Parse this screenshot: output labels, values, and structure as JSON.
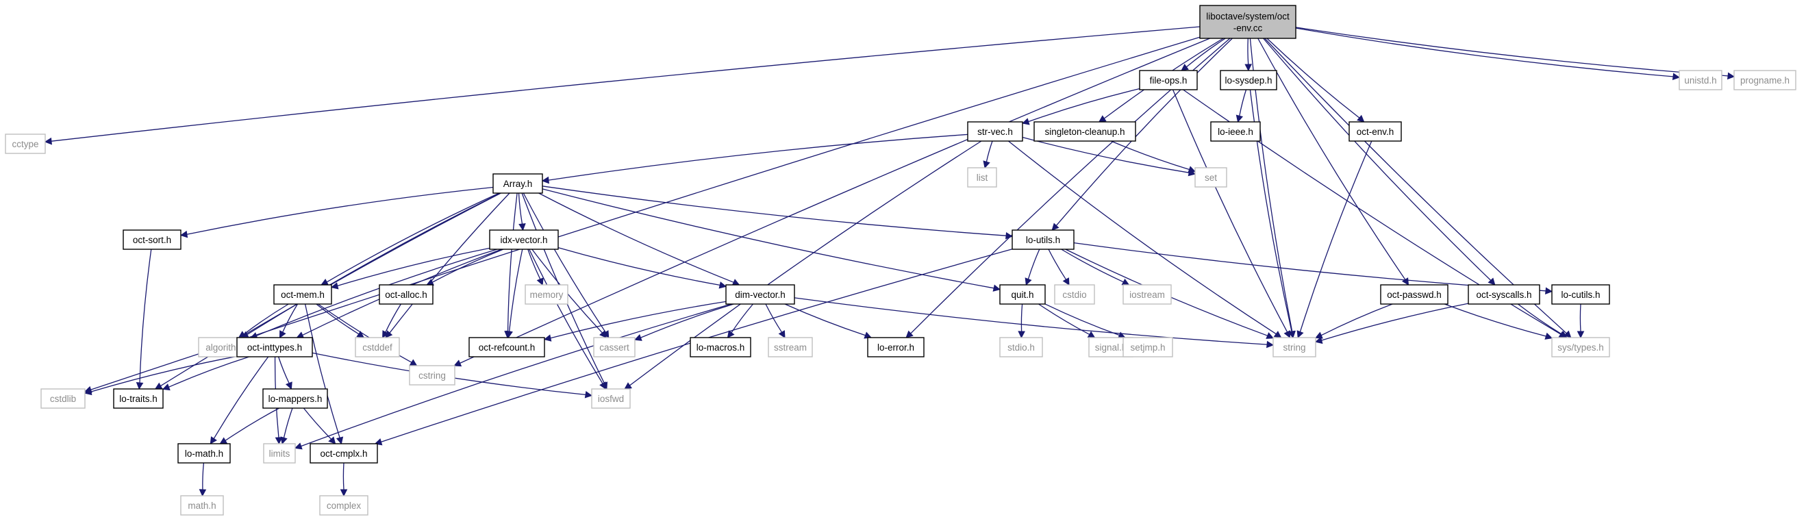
{
  "colors": {
    "edge": "#191970",
    "root_fill": "#bfbfbf",
    "local_border": "#000000",
    "system_border": "#bfbfbf",
    "system_text": "#8c8c8c"
  },
  "nodes": [
    {
      "id": "root",
      "lines": [
        "liboctave/system/oct",
        "-env.cc"
      ],
      "kind": "root"
    },
    {
      "id": "cctype",
      "lines": [
        "cctype"
      ],
      "kind": "system"
    },
    {
      "id": "cstdlib",
      "lines": [
        "cstdlib"
      ],
      "kind": "system"
    },
    {
      "id": "cstring",
      "lines": [
        "cstring"
      ],
      "kind": "system"
    },
    {
      "id": "fileops",
      "lines": [
        "file-ops.h"
      ],
      "kind": "local"
    },
    {
      "id": "losysdep",
      "lines": [
        "lo-sysdep.h"
      ],
      "kind": "local"
    },
    {
      "id": "loieee",
      "lines": [
        "lo-ieee.h"
      ],
      "kind": "local"
    },
    {
      "id": "octenvh",
      "lines": [
        "oct-env.h"
      ],
      "kind": "local"
    },
    {
      "id": "unistd",
      "lines": [
        "unistd.h"
      ],
      "kind": "system"
    },
    {
      "id": "progname",
      "lines": [
        "progname.h"
      ],
      "kind": "system"
    },
    {
      "id": "strvec",
      "lines": [
        "str-vec.h"
      ],
      "kind": "local"
    },
    {
      "id": "singleton",
      "lines": [
        "singleton-cleanup.h"
      ],
      "kind": "local"
    },
    {
      "id": "list",
      "lines": [
        "list"
      ],
      "kind": "system"
    },
    {
      "id": "set",
      "lines": [
        "set"
      ],
      "kind": "system"
    },
    {
      "id": "arrayh",
      "lines": [
        "Array.h"
      ],
      "kind": "local"
    },
    {
      "id": "octsort",
      "lines": [
        "oct-sort.h"
      ],
      "kind": "local"
    },
    {
      "id": "idxvector",
      "lines": [
        "idx-vector.h"
      ],
      "kind": "local"
    },
    {
      "id": "loutils",
      "lines": [
        "lo-utils.h"
      ],
      "kind": "local"
    },
    {
      "id": "octmem",
      "lines": [
        "oct-mem.h"
      ],
      "kind": "local"
    },
    {
      "id": "octalloc",
      "lines": [
        "oct-alloc.h"
      ],
      "kind": "local"
    },
    {
      "id": "memory",
      "lines": [
        "memory"
      ],
      "kind": "system"
    },
    {
      "id": "dimvector",
      "lines": [
        "dim-vector.h"
      ],
      "kind": "local"
    },
    {
      "id": "quith",
      "lines": [
        "quit.h"
      ],
      "kind": "local"
    },
    {
      "id": "cstdio",
      "lines": [
        "cstdio"
      ],
      "kind": "system"
    },
    {
      "id": "iostream",
      "lines": [
        "iostream"
      ],
      "kind": "system"
    },
    {
      "id": "octpasswd",
      "lines": [
        "oct-passwd.h"
      ],
      "kind": "local"
    },
    {
      "id": "octsyscalls",
      "lines": [
        "oct-syscalls.h"
      ],
      "kind": "local"
    },
    {
      "id": "locutils",
      "lines": [
        "lo-cutils.h"
      ],
      "kind": "local"
    },
    {
      "id": "algorithm",
      "lines": [
        "algorithm"
      ],
      "kind": "system"
    },
    {
      "id": "cstddef",
      "lines": [
        "cstddef"
      ],
      "kind": "system"
    },
    {
      "id": "octinttypes",
      "lines": [
        "oct-inttypes.h"
      ],
      "kind": "local"
    },
    {
      "id": "cassert",
      "lines": [
        "cassert"
      ],
      "kind": "system"
    },
    {
      "id": "octrefcount",
      "lines": [
        "oct-refcount.h"
      ],
      "kind": "local"
    },
    {
      "id": "lomacros",
      "lines": [
        "lo-macros.h"
      ],
      "kind": "local"
    },
    {
      "id": "sstream",
      "lines": [
        "sstream"
      ],
      "kind": "system"
    },
    {
      "id": "loerror",
      "lines": [
        "lo-error.h"
      ],
      "kind": "local"
    },
    {
      "id": "stdioh",
      "lines": [
        "stdio.h"
      ],
      "kind": "system"
    },
    {
      "id": "signalh",
      "lines": [
        "signal.h"
      ],
      "kind": "system"
    },
    {
      "id": "setjmph",
      "lines": [
        "setjmp.h"
      ],
      "kind": "system"
    },
    {
      "id": "string",
      "lines": [
        "string"
      ],
      "kind": "system"
    },
    {
      "id": "systypes",
      "lines": [
        "sys/types.h"
      ],
      "kind": "system"
    },
    {
      "id": "lotraits",
      "lines": [
        "lo-traits.h"
      ],
      "kind": "local"
    },
    {
      "id": "iosfwd",
      "lines": [
        "iosfwd"
      ],
      "kind": "system"
    },
    {
      "id": "lomappers",
      "lines": [
        "lo-mappers.h"
      ],
      "kind": "local"
    },
    {
      "id": "lomath",
      "lines": [
        "lo-math.h"
      ],
      "kind": "local"
    },
    {
      "id": "limits",
      "lines": [
        "limits"
      ],
      "kind": "system"
    },
    {
      "id": "octcmplx",
      "lines": [
        "oct-cmplx.h"
      ],
      "kind": "local"
    },
    {
      "id": "mathh",
      "lines": [
        "math.h"
      ],
      "kind": "system"
    },
    {
      "id": "complex",
      "lines": [
        "complex"
      ],
      "kind": "system"
    }
  ],
  "edges": [
    [
      "root",
      "cctype"
    ],
    [
      "root",
      "cstdlib"
    ],
    [
      "root",
      "cstring"
    ],
    [
      "root",
      "fileops"
    ],
    [
      "root",
      "losysdep"
    ],
    [
      "root",
      "octenvh"
    ],
    [
      "root",
      "unistd"
    ],
    [
      "root",
      "progname"
    ],
    [
      "root",
      "singleton"
    ],
    [
      "root",
      "loutils"
    ],
    [
      "root",
      "loerror"
    ],
    [
      "root",
      "string"
    ],
    [
      "root",
      "octpasswd"
    ],
    [
      "root",
      "octsyscalls"
    ],
    [
      "root",
      "systypes"
    ],
    [
      "fileops",
      "strvec"
    ],
    [
      "fileops",
      "string"
    ],
    [
      "fileops",
      "systypes"
    ],
    [
      "losysdep",
      "loieee"
    ],
    [
      "losysdep",
      "string"
    ],
    [
      "octenvh",
      "string"
    ],
    [
      "singleton",
      "set"
    ],
    [
      "strvec",
      "arrayh"
    ],
    [
      "strvec",
      "list"
    ],
    [
      "strvec",
      "set"
    ],
    [
      "strvec",
      "string"
    ],
    [
      "strvec",
      "iosfwd"
    ],
    [
      "arrayh",
      "octsort"
    ],
    [
      "arrayh",
      "idxvector"
    ],
    [
      "arrayh",
      "loutils"
    ],
    [
      "arrayh",
      "octmem"
    ],
    [
      "arrayh",
      "algorithm"
    ],
    [
      "arrayh",
      "cstddef"
    ],
    [
      "arrayh",
      "octrefcount"
    ],
    [
      "arrayh",
      "cassert"
    ],
    [
      "arrayh",
      "dimvector"
    ],
    [
      "arrayh",
      "quith"
    ],
    [
      "arrayh",
      "lotraits"
    ],
    [
      "arrayh",
      "iosfwd"
    ],
    [
      "octsort",
      "lotraits"
    ],
    [
      "idxvector",
      "octmem"
    ],
    [
      "idxvector",
      "octalloc"
    ],
    [
      "idxvector",
      "memory"
    ],
    [
      "idxvector",
      "dimvector"
    ],
    [
      "idxvector",
      "algorithm"
    ],
    [
      "idxvector",
      "octinttypes"
    ],
    [
      "idxvector",
      "octrefcount"
    ],
    [
      "idxvector",
      "cassert"
    ],
    [
      "idxvector",
      "iosfwd"
    ],
    [
      "loutils",
      "quith"
    ],
    [
      "loutils",
      "cstdio"
    ],
    [
      "loutils",
      "iostream"
    ],
    [
      "loutils",
      "string"
    ],
    [
      "loutils",
      "locutils"
    ],
    [
      "loutils",
      "octcmplx"
    ],
    [
      "octmem",
      "algorithm"
    ],
    [
      "octmem",
      "cstddef"
    ],
    [
      "octmem",
      "cstring"
    ],
    [
      "octmem",
      "octinttypes"
    ],
    [
      "octmem",
      "octcmplx"
    ],
    [
      "octalloc",
      "cstddef"
    ],
    [
      "dimvector",
      "cassert"
    ],
    [
      "dimvector",
      "octrefcount"
    ],
    [
      "dimvector",
      "lomacros"
    ],
    [
      "dimvector",
      "sstream"
    ],
    [
      "dimvector",
      "loerror"
    ],
    [
      "dimvector",
      "string"
    ],
    [
      "dimvector",
      "limits"
    ],
    [
      "quith",
      "stdioh"
    ],
    [
      "quith",
      "signalh"
    ],
    [
      "quith",
      "setjmph"
    ],
    [
      "octpasswd",
      "string"
    ],
    [
      "octpasswd",
      "systypes"
    ],
    [
      "octsyscalls",
      "string"
    ],
    [
      "octsyscalls",
      "systypes"
    ],
    [
      "locutils",
      "systypes"
    ],
    [
      "octinttypes",
      "cstdlib"
    ],
    [
      "octinttypes",
      "lotraits"
    ],
    [
      "octinttypes",
      "iosfwd"
    ],
    [
      "octinttypes",
      "lomappers"
    ],
    [
      "octinttypes",
      "lomath"
    ],
    [
      "octinttypes",
      "limits"
    ],
    [
      "lomappers",
      "lomath"
    ],
    [
      "lomappers",
      "limits"
    ],
    [
      "lomappers",
      "octcmplx"
    ],
    [
      "lomath",
      "mathh"
    ],
    [
      "octcmplx",
      "complex"
    ]
  ]
}
